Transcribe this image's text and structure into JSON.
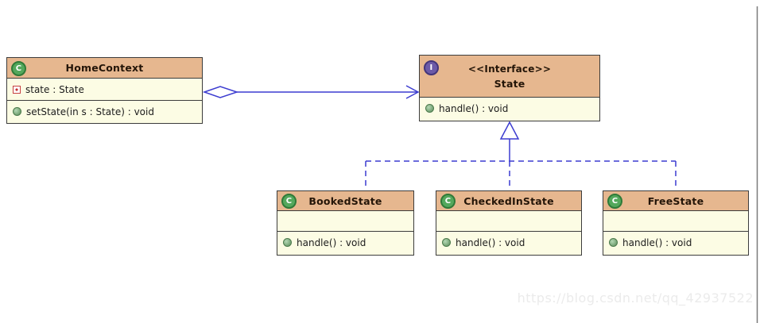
{
  "watermark": "https://blog.csdn.net/qq_42937522",
  "icons": {
    "class_letter": "C",
    "interface_letter": "I",
    "method_icon": "green-ball-icon",
    "field_icon": "red-square-icon"
  },
  "colors": {
    "header_fill": "#e6b78f",
    "body_fill": "#fcfce4",
    "box_border": "#3c3c3c",
    "connector_blue": "#3c3cd0",
    "canvas_border_gray": "#7a7a7a",
    "watermark_gray": "#ebebeb"
  },
  "classes": {
    "home_context": {
      "name": "HomeContext",
      "attribute": "state : State",
      "method": "setState(in s : State) : void"
    },
    "state": {
      "stereotype": "<<Interface>>",
      "name": "State",
      "method": "handle() : void"
    },
    "booked_state": {
      "name": "BookedState",
      "method": "handle() : void"
    },
    "checked_in_state": {
      "name": "CheckedInState",
      "method": "handle() : void"
    },
    "free_state": {
      "name": "FreeState",
      "method": "handle() : void"
    }
  },
  "relationships": [
    {
      "type": "aggregation",
      "from": "HomeContext",
      "to": "State"
    },
    {
      "type": "realization",
      "from": "BookedState",
      "to": "State"
    },
    {
      "type": "realization",
      "from": "CheckedInState",
      "to": "State"
    },
    {
      "type": "realization",
      "from": "FreeState",
      "to": "State"
    }
  ]
}
